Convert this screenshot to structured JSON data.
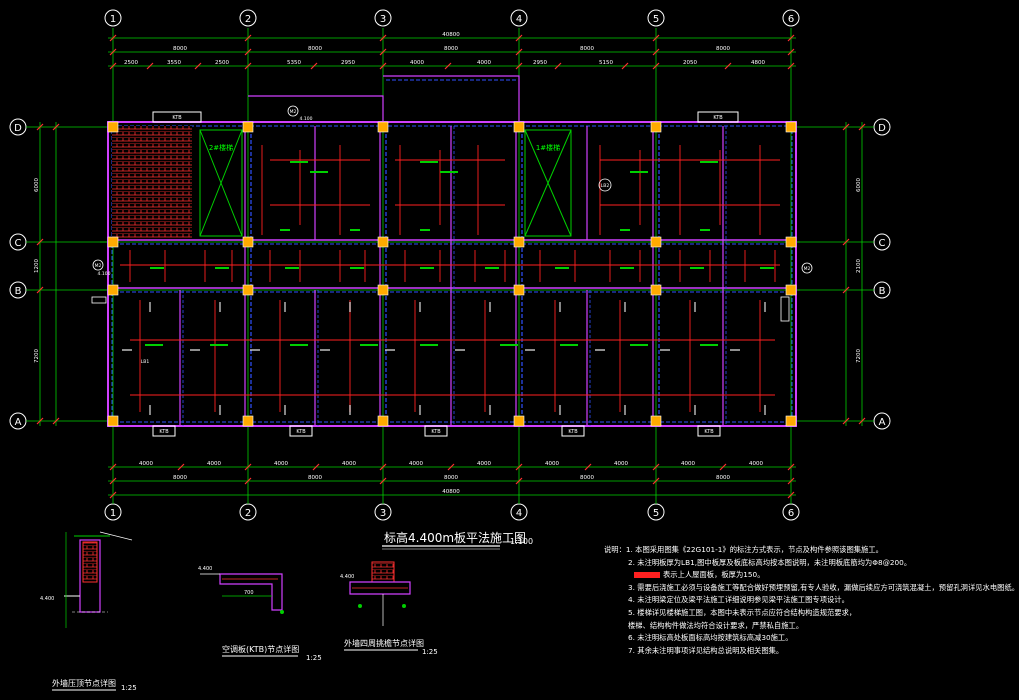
{
  "drawing": {
    "title": "标高4.400m板平法施工图",
    "title_scale": "1:100",
    "grid_columns": [
      "1",
      "2",
      "3",
      "4",
      "5",
      "6"
    ],
    "grid_rows": [
      "D",
      "C",
      "B",
      "A"
    ],
    "dims_top": {
      "total": "40800",
      "bays": [
        "8000",
        "8000",
        "8000",
        "8000",
        "8000"
      ],
      "sub": [
        "2500",
        "3550",
        "2500",
        "5350",
        "2950",
        "4000",
        "4000",
        "2950",
        "5150",
        "2050",
        "4800"
      ]
    },
    "dims_bottom": {
      "total": "40800",
      "bays": [
        "8000",
        "8000",
        "8000",
        "8000",
        "8000"
      ],
      "sub": [
        "4000",
        "4000",
        "4000",
        "4000",
        "4000",
        "4000",
        "4000",
        "4000",
        "4000",
        "4000"
      ]
    },
    "dims_left": [
      "6000",
      "1200",
      "7200"
    ],
    "dims_right": [
      "6000",
      "2100",
      "7200"
    ],
    "stair_labels": [
      "2#楼梯",
      "1#楼梯"
    ],
    "ktb_label": "KTB",
    "slab_labels": [
      "LB1",
      "LB2"
    ],
    "mark_labels": [
      "M2",
      "M2",
      "M2"
    ],
    "level_labels": [
      "4.100",
      "4.100",
      "4.400",
      "4.400"
    ]
  },
  "details": [
    {
      "title": "外墙压顶节点详图",
      "scale": "1:25",
      "level": "4.400"
    },
    {
      "title": "空调板(KTB)节点详图",
      "scale": "1:25",
      "level": "4.400",
      "dim": "700"
    },
    {
      "title": "外墙四周挑檐节点详图",
      "scale": "1:25",
      "level": "4.400"
    }
  ],
  "notes": {
    "label": "说明：",
    "items": [
      "1. 本图采用图集《22G101-1》的标注方式表示，节点及构件参照该图集施工。",
      "2. 未注明板厚为LB1,图中板厚及板底标高均按本图说明，未注明板底筋均为Φ8@200。",
      "3. 需要后浇施工必须与设备施工等配合做好预埋预留,有专人验收，漏做后续应方可浇筑混凝土，预留孔洞详见水电图纸。",
      "4. 未注明梁定位及梁平法施工详细说明参见梁平法施工图专项设计。",
      "5. 楼梯详见楼梯施工图，本图中未表示节点应符合结构构造规范要求，",
      "   楼梯、结构构件做法均符合设计要求，严禁私自施工。",
      "6. 未注明标高处板面标高均按建筑标高减30施工。",
      "7. 其余未注明事项详见结构总说明及相关图集。"
    ],
    "legend": "表示上人屋面板，板厚为150。"
  }
}
